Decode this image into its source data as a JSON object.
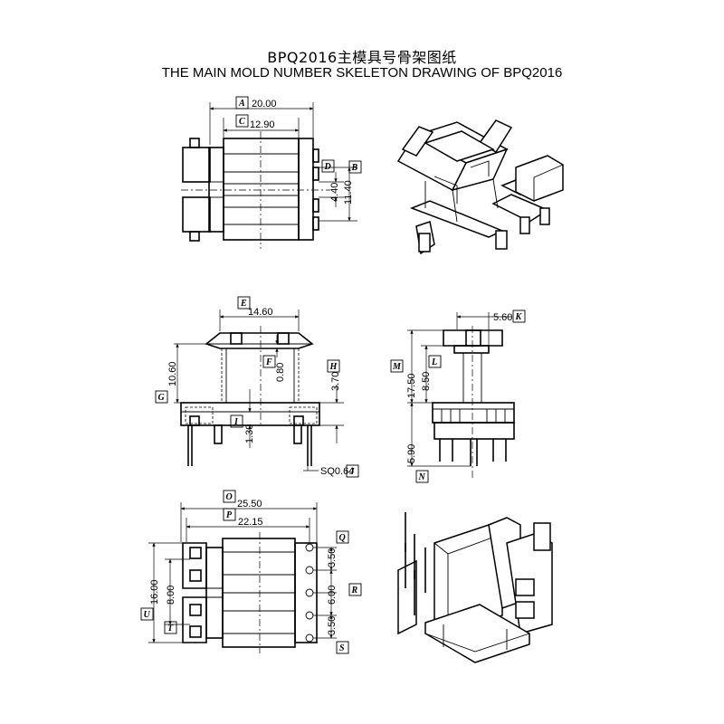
{
  "title_cn": "BPQ2016主模具号骨架图纸",
  "title_en": "THE MAIN MOLD NUMBER SKELETON DRAWING OF BPQ2016",
  "labels": {
    "A": "A",
    "B": "B",
    "C": "C",
    "D": "D",
    "E": "E",
    "F": "F",
    "G": "G",
    "H": "H",
    "I": "I",
    "J": "J",
    "K": "K",
    "L": "L",
    "M": "M",
    "N": "N",
    "O": "O",
    "P": "P",
    "Q": "Q",
    "R": "R",
    "S": "S",
    "T": "T",
    "U": "U"
  },
  "dims": {
    "A": "20.00",
    "C": "12.90",
    "B": "11.40",
    "D": "4.40",
    "E": "14.60",
    "F": "0.80",
    "G": "10.60",
    "H": "3.70",
    "I": "1.30",
    "J": "SQ0.64",
    "K": "5.60",
    "L": "8.50",
    "M": "17.50",
    "N": "5.90",
    "O": "25.50",
    "P": "22.15",
    "Q": "3.50",
    "R": "6.00",
    "S": "3.50",
    "T": "8.00",
    "U": "16.00"
  }
}
